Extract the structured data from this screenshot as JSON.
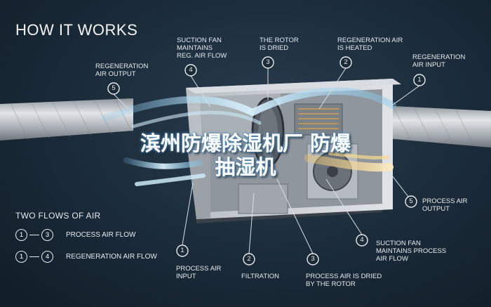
{
  "title": "HOW IT WORKS",
  "callouts": [
    {
      "num": "5",
      "text": "REGENERATION\nAIR OUTPUT"
    },
    {
      "num": "4",
      "text": "SUCTION FAN\nMAINTAINS\nREG. AIR FLOW"
    },
    {
      "num": "3",
      "text": "THE ROTOR\nIS DRIED"
    },
    {
      "num": "2",
      "text": "REGENERATION AIR\nIS HEATED"
    },
    {
      "num": "1",
      "text": "REGENERATION\nAIR INPUT"
    },
    {
      "num": "5",
      "text": "PROCESS AIR\nOUTPUT"
    },
    {
      "num": "4",
      "text": "SUCTION FAN\nMAINTAINS PROCESS\nAIR FLOW"
    },
    {
      "num": "1",
      "text": "PROCESS AIR\nINPUT"
    },
    {
      "num": "2",
      "text": "FILTRATION"
    },
    {
      "num": "3",
      "text": "PROCESS AIR IS DRIED\nBY THE ROTOR"
    }
  ],
  "flows": {
    "title": "TWO FLOWS OF AIR",
    "items": [
      {
        "from": "1",
        "to": "3",
        "label": "PROCESS AIR FLOW"
      },
      {
        "from": "1",
        "to": "4",
        "label": "REGENERATION AIR FLOW"
      }
    ]
  },
  "overlay": {
    "line1": "滨州防爆除湿机厂  防爆",
    "line2": "抽湿机"
  },
  "colors": {
    "background": "#1a2a38",
    "text": "#e6ebef",
    "flow_blue": "#bfe3f7",
    "flow_orange": "#f3d79a",
    "cabinet": "#c9cdd1"
  }
}
